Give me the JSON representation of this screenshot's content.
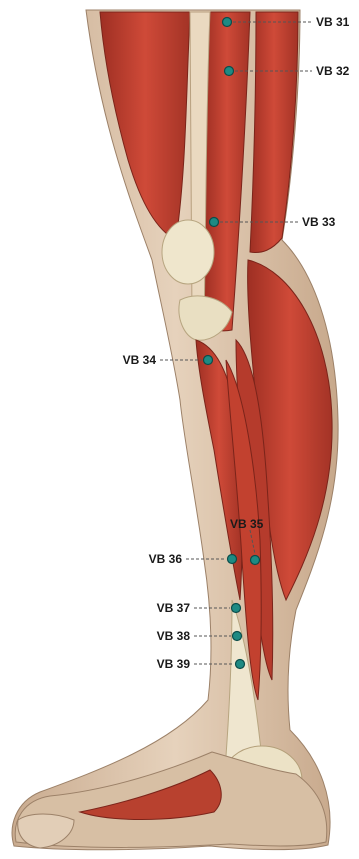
{
  "colors": {
    "point_fill": "#1e8a83",
    "point_stroke": "#0b4d4a",
    "muscle": "#c0392b",
    "muscle_dark": "#8e2a1f",
    "skin": "#d9bfa5",
    "bone": "#ece3c8",
    "tendon": "#f1ead6"
  },
  "points": [
    {
      "label": "VB 31"
    },
    {
      "label": "VB 32"
    },
    {
      "label": "VB 33"
    },
    {
      "label": "VB 34"
    },
    {
      "label": "VB 35"
    },
    {
      "label": "VB 36"
    },
    {
      "label": "VB 37"
    },
    {
      "label": "VB 38"
    },
    {
      "label": "VB 39"
    }
  ]
}
